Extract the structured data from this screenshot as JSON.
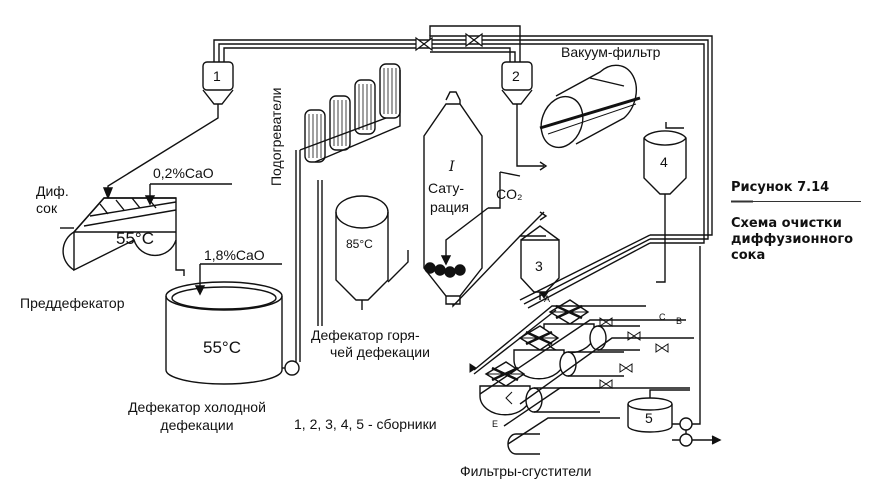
{
  "figure": {
    "caption_number": "Рисунок 7.14",
    "caption_lines": [
      "Схема очистки",
      "диффузионного",
      "сока"
    ]
  },
  "labels": {
    "vacuum_filter": "Вакуум-фильтр",
    "heaters": "Подогреватели",
    "diff_juice_1": "Диф.",
    "diff_juice_2": "сок",
    "lime_02": "0,2%CaO",
    "lime_18": "1,8%CaO",
    "prelimer_temp": "55°C",
    "cold_limer_temp": "55°C",
    "hot_limer_temp": "85°C",
    "prelimer": "Преддефекатор",
    "cold_limer_1": "Дефекатор холодной",
    "cold_limer_2": "дефекации",
    "hot_limer_1": "Дефекатор горя-",
    "hot_limer_2": "чей дефекации",
    "carbonation_numeral": "I",
    "carbonation_1": "Сату-",
    "carbonation_2": "рация",
    "co2": "CO₂",
    "collectors_note": "1, 2, 3, 4, 5 - сборники",
    "thickener_filters": "Фильтры-сгустители",
    "collector_1": "1",
    "collector_2": "2",
    "collector_3": "3",
    "collector_4": "4",
    "collector_5": "5",
    "point_a": "A",
    "point_b": "B",
    "point_c": "C",
    "point_e": "E"
  }
}
